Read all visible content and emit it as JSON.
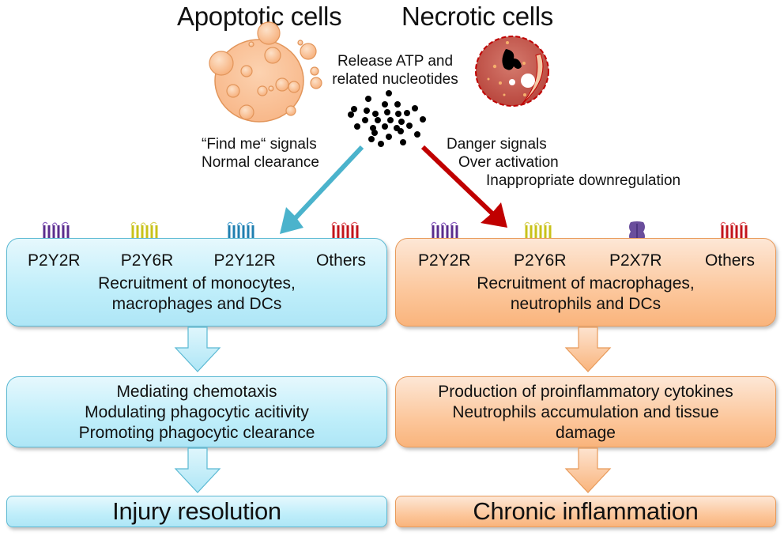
{
  "header": {
    "left_title": "Apoptotic cells",
    "right_title": "Necrotic cells",
    "release_label": [
      "Release ATP and",
      "related nucleotides"
    ]
  },
  "left_branch": {
    "signal_labels": [
      "“Find me“ signals",
      "Normal clearance"
    ],
    "arrow_color": "#4bb3cc",
    "receptors": [
      {
        "label": "P2Y2R",
        "icon": "gpcr-receptor-icon",
        "color": "#5b2d8e"
      },
      {
        "label": "P2Y6R",
        "icon": "gpcr-receptor-icon",
        "color": "#c8c21a"
      },
      {
        "label": "P2Y12R",
        "icon": "gpcr-receptor-icon",
        "color": "#1f7fb0"
      },
      {
        "label": "Others",
        "icon": "gpcr-receptor-icon",
        "color": "#c3141b"
      }
    ],
    "recruitment": [
      "Recruitment of monocytes,",
      "macrophages  and DCs"
    ],
    "effects": [
      "Mediating chemotaxis",
      "Modulating phagocytic acitivity",
      "Promoting phagocytic clearance"
    ],
    "outcome": "Injury resolution"
  },
  "right_branch": {
    "signal_labels": [
      "Danger signals",
      "Over activation",
      "Inappropriate downregulation"
    ],
    "arrow_color": "#c00000",
    "receptors": [
      {
        "label": "P2Y2R",
        "icon": "gpcr-receptor-icon",
        "color": "#5b2d8e"
      },
      {
        "label": "P2Y6R",
        "icon": "gpcr-receptor-icon",
        "color": "#c8c21a"
      },
      {
        "label": "P2X7R",
        "icon": "ion-channel-icon",
        "color": "#6a4e9c"
      },
      {
        "label": "Others",
        "icon": "gpcr-receptor-icon",
        "color": "#c3141b"
      }
    ],
    "recruitment": [
      "Recruitment of macrophages,",
      "neutrophils and DCs"
    ],
    "effects": [
      "Production of proinflammatory cytokines",
      "Neutrophils accumulation and tissue",
      "damage"
    ],
    "outcome": "Chronic inflammation"
  }
}
